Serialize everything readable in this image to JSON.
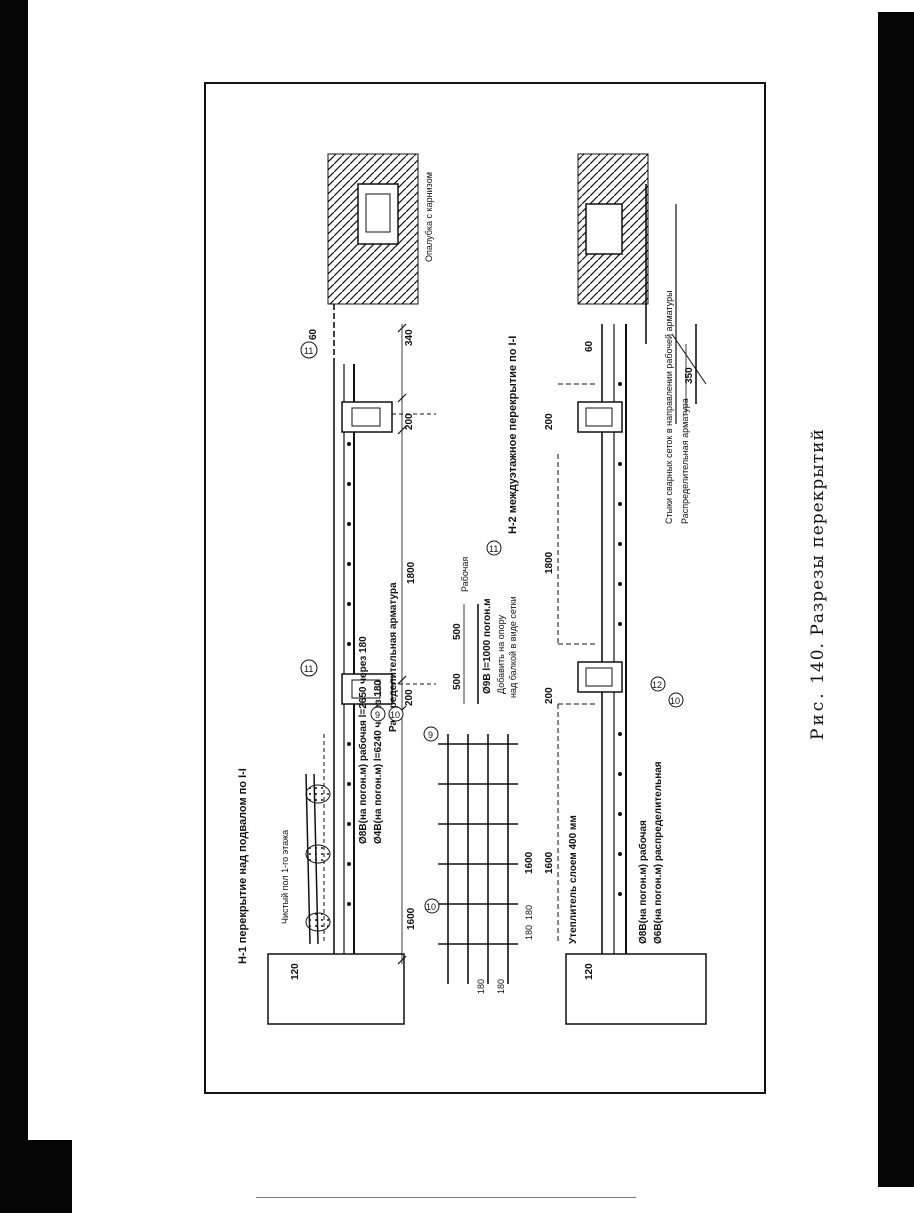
{
  "caption": {
    "prefix": "Рис.",
    "number": "140.",
    "title": "Разрезы перекрытий"
  },
  "section_1": {
    "title": "Н-1 перекрытие над подвалом по I-I",
    "floor_label": "Чистый пол 1-го этажа",
    "rebar_working": "Ø8В(на погон.м) рабочая l=2650 через 180",
    "rebar_distribution": "Ø4В(на погон.м) l=6240 через 180",
    "rebar_distribution_note": "Распределительная арматура",
    "dim_wall": "120",
    "dim_span_left": "1600",
    "dim_beam_1": "200",
    "dim_span_mid": "1800",
    "dim_beam_2": "200",
    "dim_right_1": "60",
    "dim_right_2": "340",
    "eave_label": "Опалубка с карнизом",
    "marker_11a": "11",
    "marker_11b": "11",
    "marker_9": "9",
    "marker_10": "10"
  },
  "mesh_detail": {
    "marker_9": "9",
    "marker_10": "10",
    "dim_mesh_length": "1600",
    "dim_180a": "180",
    "dim_180b": "180",
    "dim_180c": "180",
    "dim_180d": "180",
    "dim_500a": "500",
    "dim_500b": "500",
    "rebar_support": "Ø9В l=1000 погон.м",
    "support_note_1": "Добавить на опору",
    "support_note_2": "над балкой в виде сетки",
    "working_label": "Рабочая",
    "marker_11": "11"
  },
  "section_2": {
    "title": "Н-2 междуэтажное перекрытие по I-I",
    "insulation": "Утеплитель слоем 400 мм",
    "rebar_working": "Ø8В(на погон.м) рабочая",
    "rebar_distribution": "Ø6В(на погон.м) распределительная",
    "dim_wall": "120",
    "dim_span_left": "1600",
    "dim_beam_1": "200",
    "dim_span_mid": "1800",
    "dim_beam_2": "200",
    "dim_right": "60",
    "dim_overlap": "350",
    "mesh_joint_note": "Стыки сварных сеток в направлении рабочей арматуры",
    "distribution_rebar_note": "Распределительная арматура",
    "marker_12": "12",
    "marker_10": "10"
  }
}
